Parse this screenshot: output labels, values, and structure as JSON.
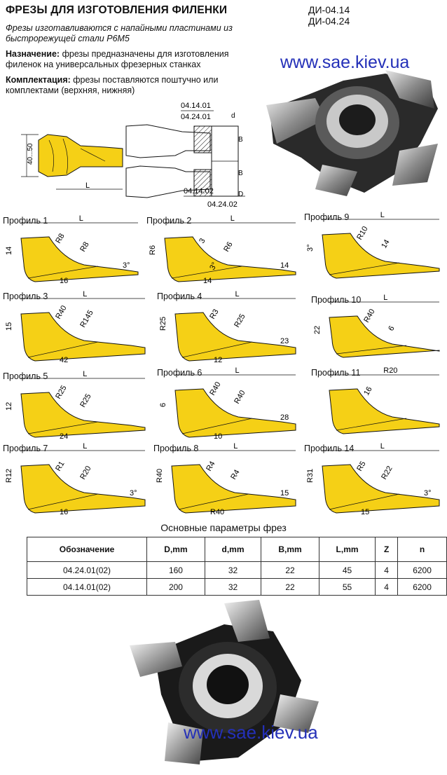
{
  "header": {
    "title": "ФРЕЗЫ ДЛЯ ИЗГОТОВЛЕНИЯ ФИЛЕНКИ",
    "codes": [
      "ДИ-04.14",
      "ДИ-04.24"
    ]
  },
  "intro": "Фрезы изготавливаются с напайными пластинами из быстрорежущей стали Р6М5",
  "purpose": {
    "label": "Назначение:",
    "text": "фрезы предназначены для изготовления филенок на универсальных фрезерных станках"
  },
  "kit": {
    "label": "Комплектация:",
    "text": "фрезы поставляются поштучно или комплектами (верхняя, нижняя)"
  },
  "url": "www.sae.kiev.ua",
  "drawing": {
    "upper_codes": [
      "04.14.01",
      "04.24.01"
    ],
    "lower_codes": [
      "04.14.02",
      "04.24.02"
    ],
    "dims": {
      "height_range": "40...50",
      "L": "L",
      "d": "d",
      "B": "B",
      "D": "D"
    }
  },
  "profiles": [
    {
      "label": "Профиль 1",
      "dims": [
        "L",
        "R8",
        "R8",
        "14",
        "16",
        "3°"
      ]
    },
    {
      "label": "Профиль 2",
      "dims": [
        "L",
        "3",
        "R6",
        "R6",
        "14",
        "14",
        "3°"
      ]
    },
    {
      "label": "Профиль 9",
      "dims": [
        "L",
        "R10",
        "14",
        "3°"
      ]
    },
    {
      "label": "Профиль 3",
      "dims": [
        "L",
        "R40",
        "R145",
        "15",
        "42"
      ]
    },
    {
      "label": "Профиль 4",
      "dims": [
        "L",
        "R3",
        "R25",
        "R25",
        "12",
        "23"
      ]
    },
    {
      "label": "Профиль 10",
      "dims": [
        "L",
        "R40",
        "6",
        "22"
      ]
    },
    {
      "label": "Профиль 5",
      "dims": [
        "L",
        "R25",
        "R25",
        "12",
        "24"
      ]
    },
    {
      "label": "Профиль 6",
      "dims": [
        "L",
        "R40",
        "R40",
        "6",
        "10",
        "28"
      ]
    },
    {
      "label": "Профиль 11",
      "dims": [
        "R20",
        "16"
      ]
    },
    {
      "label": "Профиль 7",
      "dims": [
        "L",
        "R1",
        "R20",
        "R12",
        "16",
        "3°"
      ]
    },
    {
      "label": "Профиль 8",
      "dims": [
        "L",
        "R4",
        "R4",
        "R40",
        "R40",
        "15"
      ]
    },
    {
      "label": "Профиль 14",
      "dims": [
        "L",
        "R5",
        "R22",
        "R31",
        "15",
        "3°"
      ]
    }
  ],
  "table": {
    "title": "Основные параметры фрез",
    "headers": [
      "Обозначение",
      "D,mm",
      "d,mm",
      "B,mm",
      "L,mm",
      "Z",
      "n"
    ],
    "rows": [
      [
        "04.24.01(02)",
        "160",
        "32",
        "22",
        "45",
        "4",
        "6200"
      ],
      [
        "04.14.01(02)",
        "200",
        "32",
        "22",
        "55",
        "4",
        "6200"
      ]
    ]
  },
  "colors": {
    "profile_fill": "#f5d016",
    "url": "#2430b8",
    "outline": "#111111"
  }
}
